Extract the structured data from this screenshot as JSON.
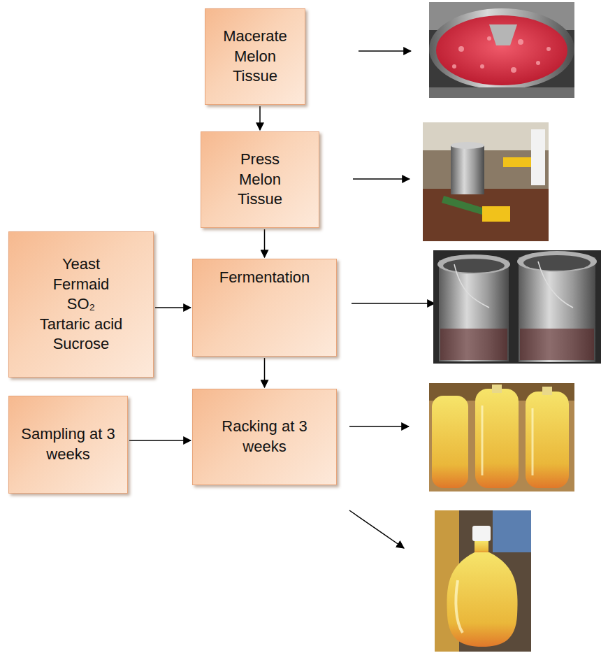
{
  "diagram": {
    "nodes": [
      {
        "text": [
          "Macerate Melon Tissue"
        ]
      },
      {
        "text": [
          "Press Melon Tissue"
        ]
      },
      {
        "text": [
          "Yeast",
          "Fermaid",
          "SO₂",
          "Tartaric acid",
          "Sucrose"
        ]
      },
      {
        "text": [
          "Fermentation"
        ]
      },
      {
        "text": [
          "Sampling at 3 weeks"
        ]
      },
      {
        "text": [
          "Racking at 3 weeks"
        ]
      }
    ],
    "edges": [
      {
        "from": 0,
        "to": 1,
        "arrow": "to"
      },
      {
        "from": 1,
        "to": 3,
        "arrow": "to"
      },
      {
        "from": 2,
        "to": 3,
        "arrow": "to"
      },
      {
        "from": 3,
        "to": 5,
        "arrow": "to"
      },
      {
        "from": 4,
        "to": 5,
        "arrow": "to"
      }
    ]
  }
}
